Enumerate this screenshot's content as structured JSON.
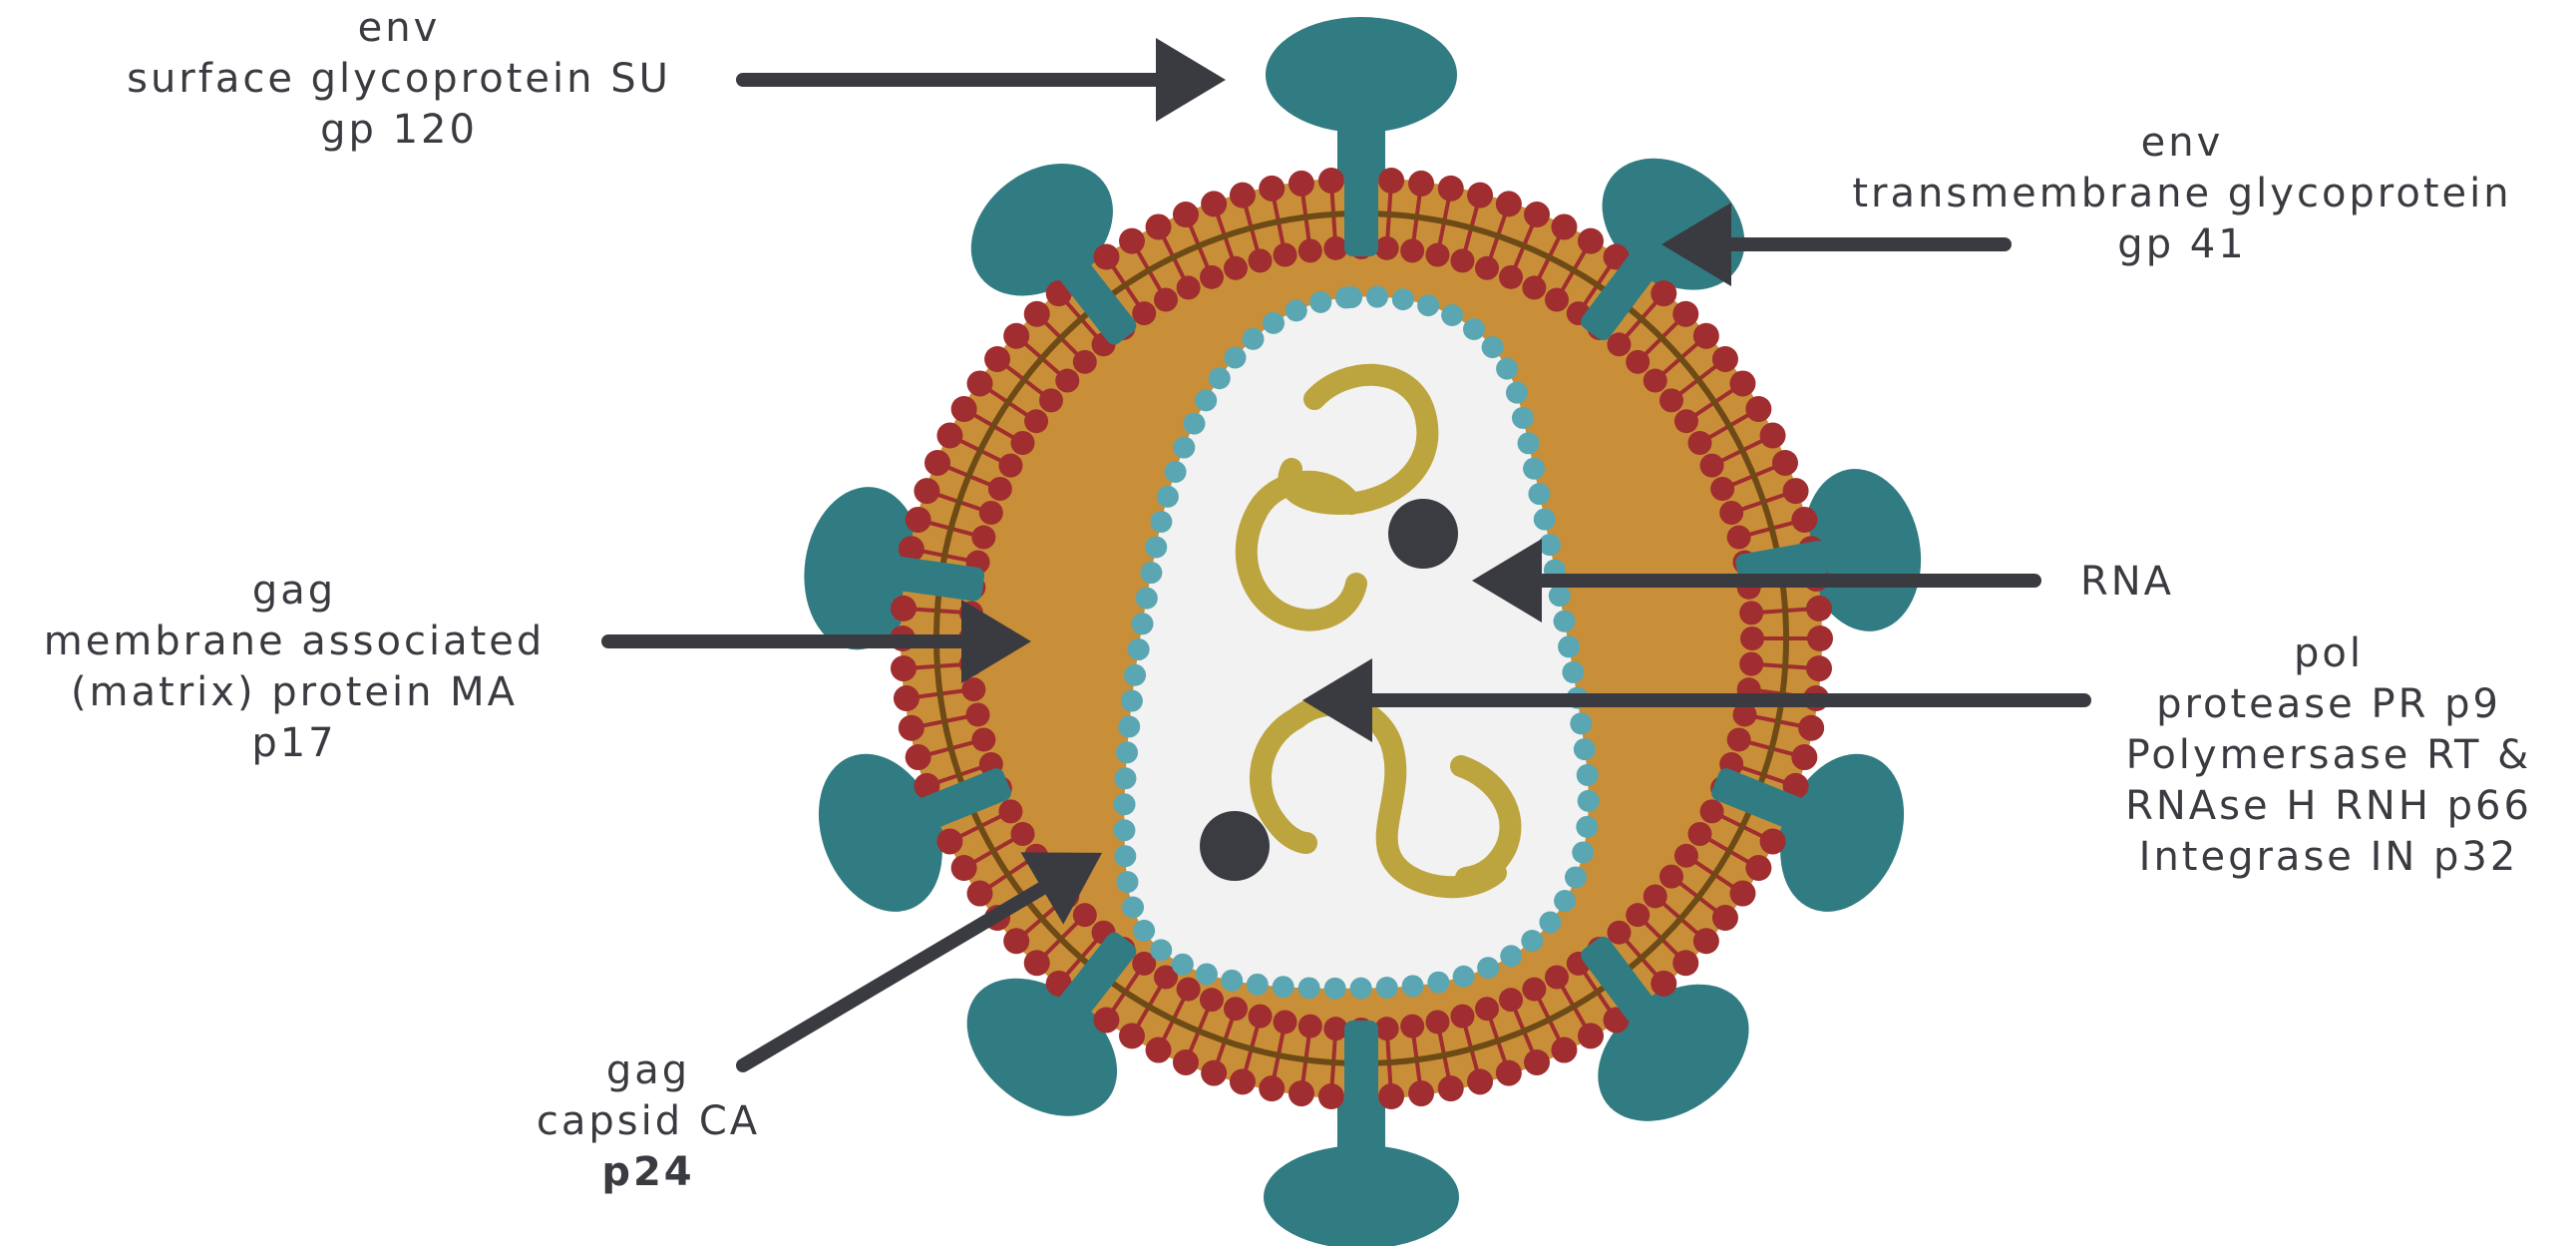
{
  "colors": {
    "spike": "#317c82",
    "membrane_bead": "#a02d2f",
    "membrane_line": "#6e4a16",
    "matrix": "#c98f38",
    "capsid_bead": "#5aa6b2",
    "capsid_interior": "#f2f2f2",
    "rna": "#bca43e",
    "enzyme_dot": "#3a3c41",
    "arrow": "#3a3b40",
    "text": "#3a3b40"
  },
  "labels": {
    "gp120": {
      "lines": [
        "env",
        "surface glycoprotein SU",
        "gp 120"
      ]
    },
    "gp41": {
      "lines": [
        "env",
        "transmembrane glycoprotein",
        "gp 41"
      ]
    },
    "matrix": {
      "lines": [
        "gag",
        "membrane associated",
        "(matrix) protein MA",
        "p17"
      ]
    },
    "rna": {
      "lines": [
        "RNA"
      ]
    },
    "pol": {
      "lines": [
        "pol",
        "protease PR p9",
        "Polymersase RT &",
        "RNAse H RNH p66",
        "Integrase IN p32"
      ]
    },
    "capsid": {
      "lines": [
        "gag",
        "capsid CA",
        "p24"
      ]
    }
  },
  "parts": {
    "spikes": [
      "spike-gp120-top",
      "spike-upper-left",
      "spike-upper-right",
      "spike-left",
      "spike-right",
      "spike-lower-left",
      "spike-lower-right",
      "spike-bottom-left",
      "spike-bottom-right",
      "spike-bottom"
    ]
  },
  "icons": [
    "arrow-icon"
  ]
}
